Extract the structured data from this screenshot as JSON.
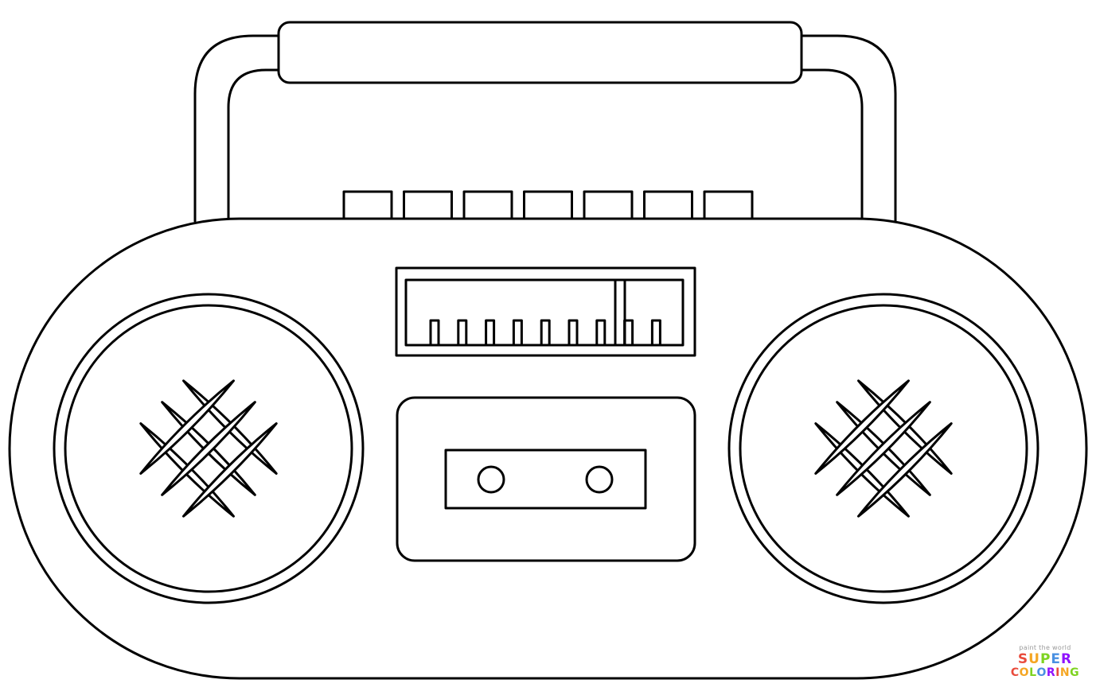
{
  "drawing": {
    "subject": "boombox",
    "line_color": "#000000",
    "background_color": "#ffffff",
    "preset_buttons_count": 7,
    "dial_ticks_count": 9
  },
  "watermark": {
    "tagline": "paint the world",
    "word1": "SUPER",
    "word2": "COLORING",
    "colors": [
      "#e94b3c",
      "#f5a623",
      "#7ed321",
      "#4a90e2",
      "#9013fe",
      "#e94b3c",
      "#f5a623",
      "#7ed321"
    ]
  }
}
